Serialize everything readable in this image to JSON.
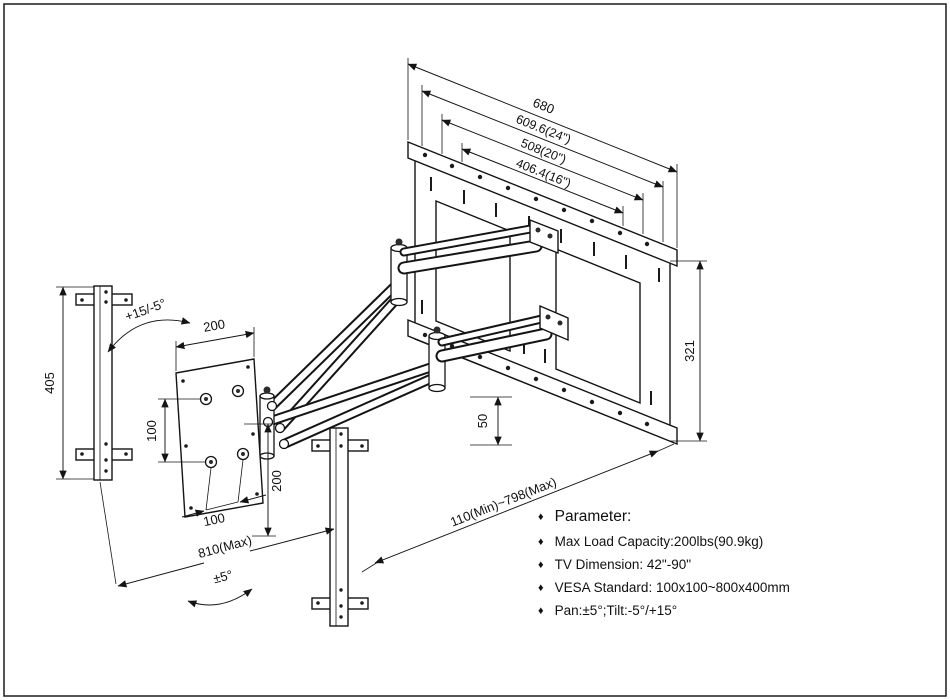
{
  "colors": {
    "ink": "#141414",
    "bg": "#ffffff"
  },
  "dims": {
    "d680": "680",
    "d609": "609.6(24\")",
    "d508": "508(20\")",
    "d406": "406.4(16\")",
    "d405": "405",
    "d321": "321",
    "d200_top": "200",
    "d100_left": "100",
    "d200_right": "200",
    "d100_bottom": "100",
    "d50": "50",
    "d810": "810(Max)",
    "d_extension": "110(Min)~798(Max)",
    "tilt": "+15/-5°",
    "pan": "±5°"
  },
  "parameters": {
    "bullet": "♦",
    "title": "Parameter:",
    "items": [
      "Max Load Capacity:200lbs(90.9kg)",
      "TV Dimension: 42\"-90\"",
      "VESA Standard: 100x100~800x400mm",
      "Pan:±5°;Tilt:-5°/+15°"
    ]
  }
}
